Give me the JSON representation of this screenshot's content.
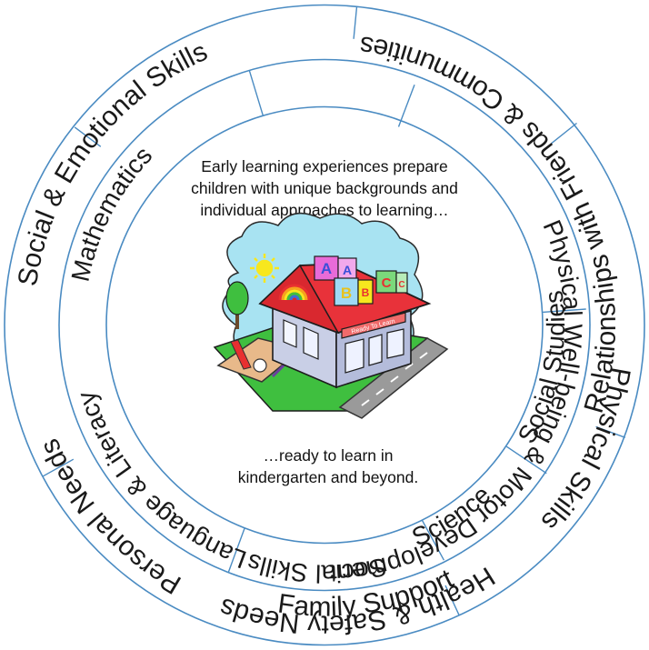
{
  "diagram": {
    "outer_ring": [
      {
        "id": "health-safety",
        "label": "Health & Safety Needs"
      },
      {
        "id": "personal-needs",
        "label": "Personal Needs"
      },
      {
        "id": "social-emotional",
        "label": "Social & Emotional Skills"
      },
      {
        "id": "family-support",
        "label": "Family Support"
      },
      {
        "id": "relationships",
        "label": "Relationships with Friends & Communities"
      },
      {
        "id": "physical-skills",
        "label": "Physical Skills"
      }
    ],
    "inner_ring": [
      {
        "id": "social-skills",
        "label": "Social Skills"
      },
      {
        "id": "language-literacy",
        "label": "Language & Literacy"
      },
      {
        "id": "mathematics",
        "label": "Mathematics"
      },
      {
        "id": "science",
        "label": "Science"
      },
      {
        "id": "social-studies",
        "label": "Social Studies"
      },
      {
        "id": "physical-wellbeing",
        "label": "Physical Well-being & Motor Development"
      }
    ],
    "center_text_top": [
      "Early learning experiences prepare",
      "children with unique backgrounds and",
      "individual approaches to learning…"
    ],
    "center_text_bottom": [
      "…ready to learn in",
      "kindergarten and beyond."
    ],
    "school_sign": "Ready To Learn",
    "blocks": [
      "A",
      "A",
      "B",
      "B",
      "C",
      "C"
    ]
  },
  "colors": {
    "ring_stroke": "#4a8bc2",
    "roof": "#e8323a",
    "wall": "#c9cfe6",
    "lawn": "#3fbf3f",
    "cloud": "#a8e3f2",
    "sun": "#f7e71e"
  }
}
